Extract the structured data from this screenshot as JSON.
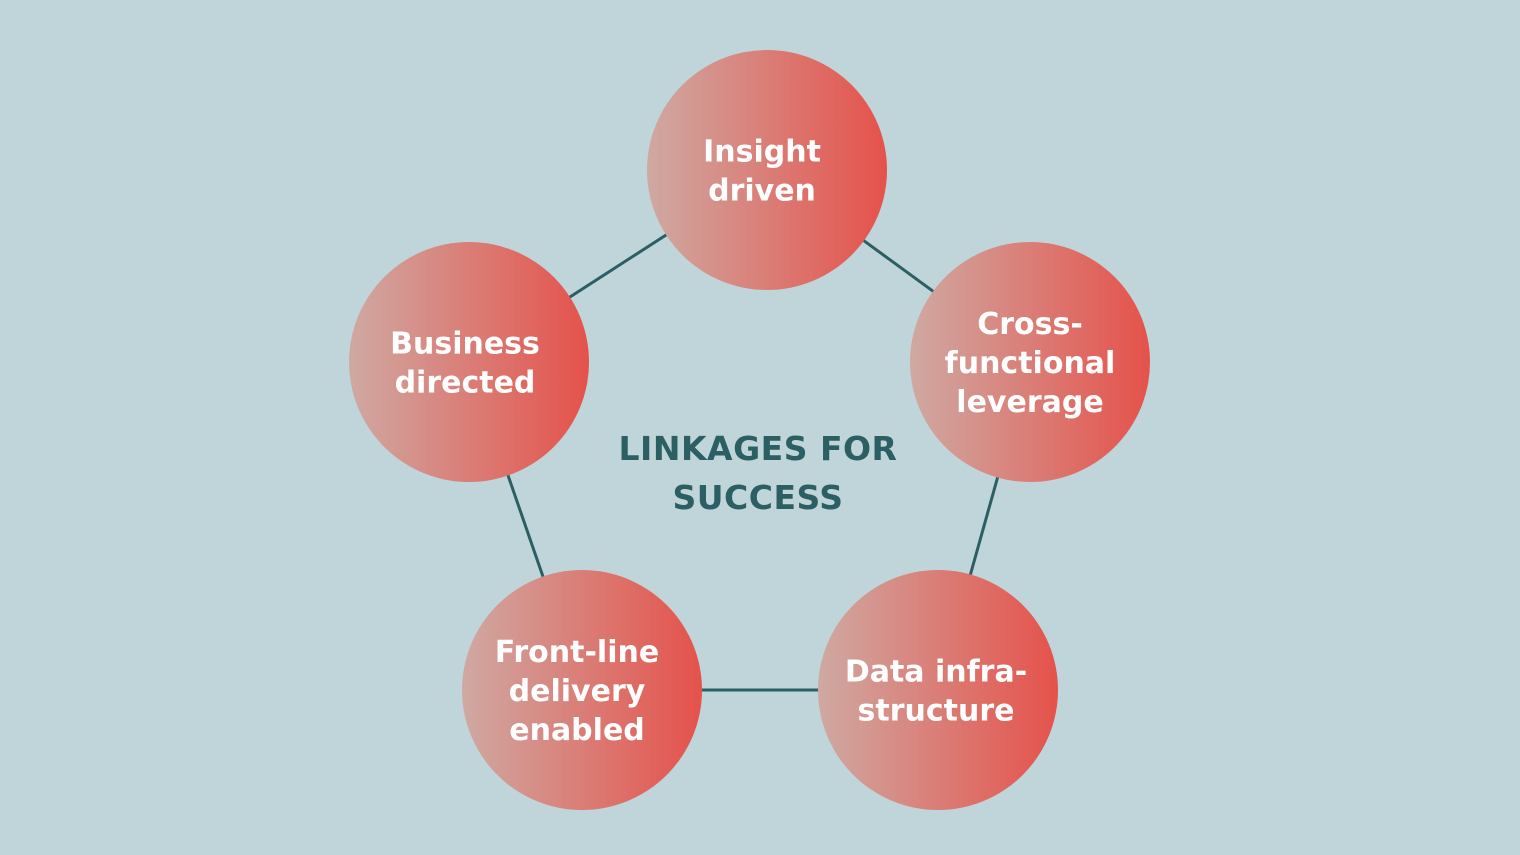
{
  "colors": {
    "background": "#c0d5d9",
    "connector": "#2b5f63",
    "title_text": "#2b5f63",
    "node_gradient_start": "#cfa9a2",
    "node_gradient_end": "#e5524b",
    "node_text": "#ffffff"
  },
  "title": {
    "line1": "LINKAGES FOR",
    "line2": "SUCCESS"
  },
  "nodes": [
    {
      "id": "insight-driven",
      "lines": [
        "Insight",
        "driven"
      ]
    },
    {
      "id": "cross-functional-leverage",
      "lines": [
        "Cross-",
        "functional",
        "leverage"
      ]
    },
    {
      "id": "data-infrastructure",
      "lines": [
        "Data infra-",
        "structure"
      ]
    },
    {
      "id": "front-line-delivery-enabled",
      "lines": [
        "Front-line",
        "delivery",
        "enabled"
      ]
    },
    {
      "id": "business-directed",
      "lines": [
        "Business",
        "directed"
      ]
    }
  ],
  "connections": [
    [
      "insight-driven",
      "cross-functional-leverage"
    ],
    [
      "cross-functional-leverage",
      "data-infrastructure"
    ],
    [
      "data-infrastructure",
      "front-line-delivery-enabled"
    ],
    [
      "front-line-delivery-enabled",
      "business-directed"
    ],
    [
      "business-directed",
      "insight-driven"
    ]
  ]
}
